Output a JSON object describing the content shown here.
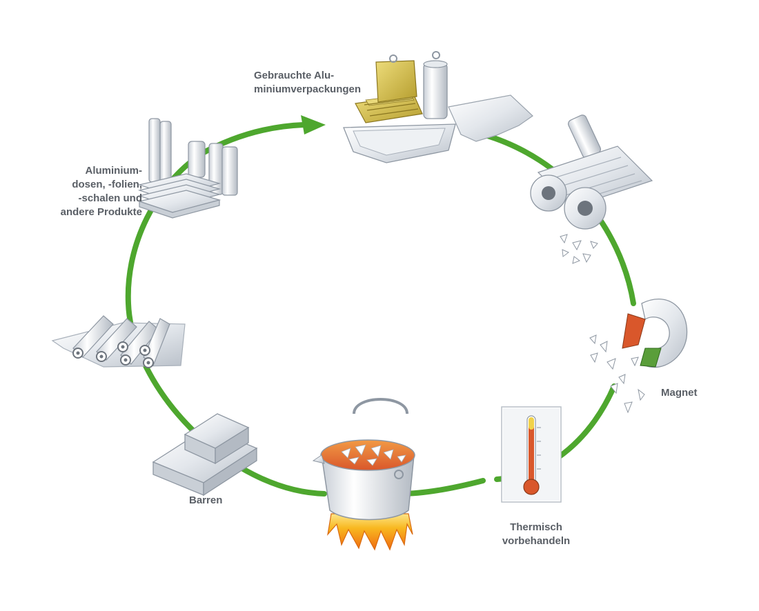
{
  "diagram": {
    "labels": {
      "used_packaging": [
        "Gebrauchte Alu-",
        "miniumverpackungen"
      ],
      "products": [
        "Aluminium-",
        "dosen, -folien,",
        "-schalen und",
        "andere Produkte"
      ],
      "magnet": [
        "Magnet"
      ],
      "thermal": [
        "Thermisch",
        "vorbehandeln"
      ],
      "ingots": [
        "Barren"
      ]
    },
    "stages": [
      {
        "id": "used-packaging",
        "icon": "used-aluminium-packaging-icon"
      },
      {
        "id": "shredding",
        "icon": "shredder-gears-icon"
      },
      {
        "id": "magnetic-separation",
        "icon": "magnet-icon"
      },
      {
        "id": "thermal-pretreatment",
        "icon": "thermometer-icon"
      },
      {
        "id": "melting",
        "icon": "melting-pot-icon"
      },
      {
        "id": "casting",
        "icon": "ingots-icon"
      },
      {
        "id": "rolling",
        "icon": "rolled-sheet-icon"
      },
      {
        "id": "products",
        "icon": "aluminium-products-icon"
      }
    ],
    "colors": {
      "cycle": "#4ea72e",
      "label": "#5a5f66",
      "magnet_red": "#d9572b",
      "magnet_green": "#5a9e3a",
      "fire": "#f0a020",
      "melt": "#e8742a",
      "can_gold": "#c9b64a",
      "thermo_red": "#d9572b"
    }
  }
}
